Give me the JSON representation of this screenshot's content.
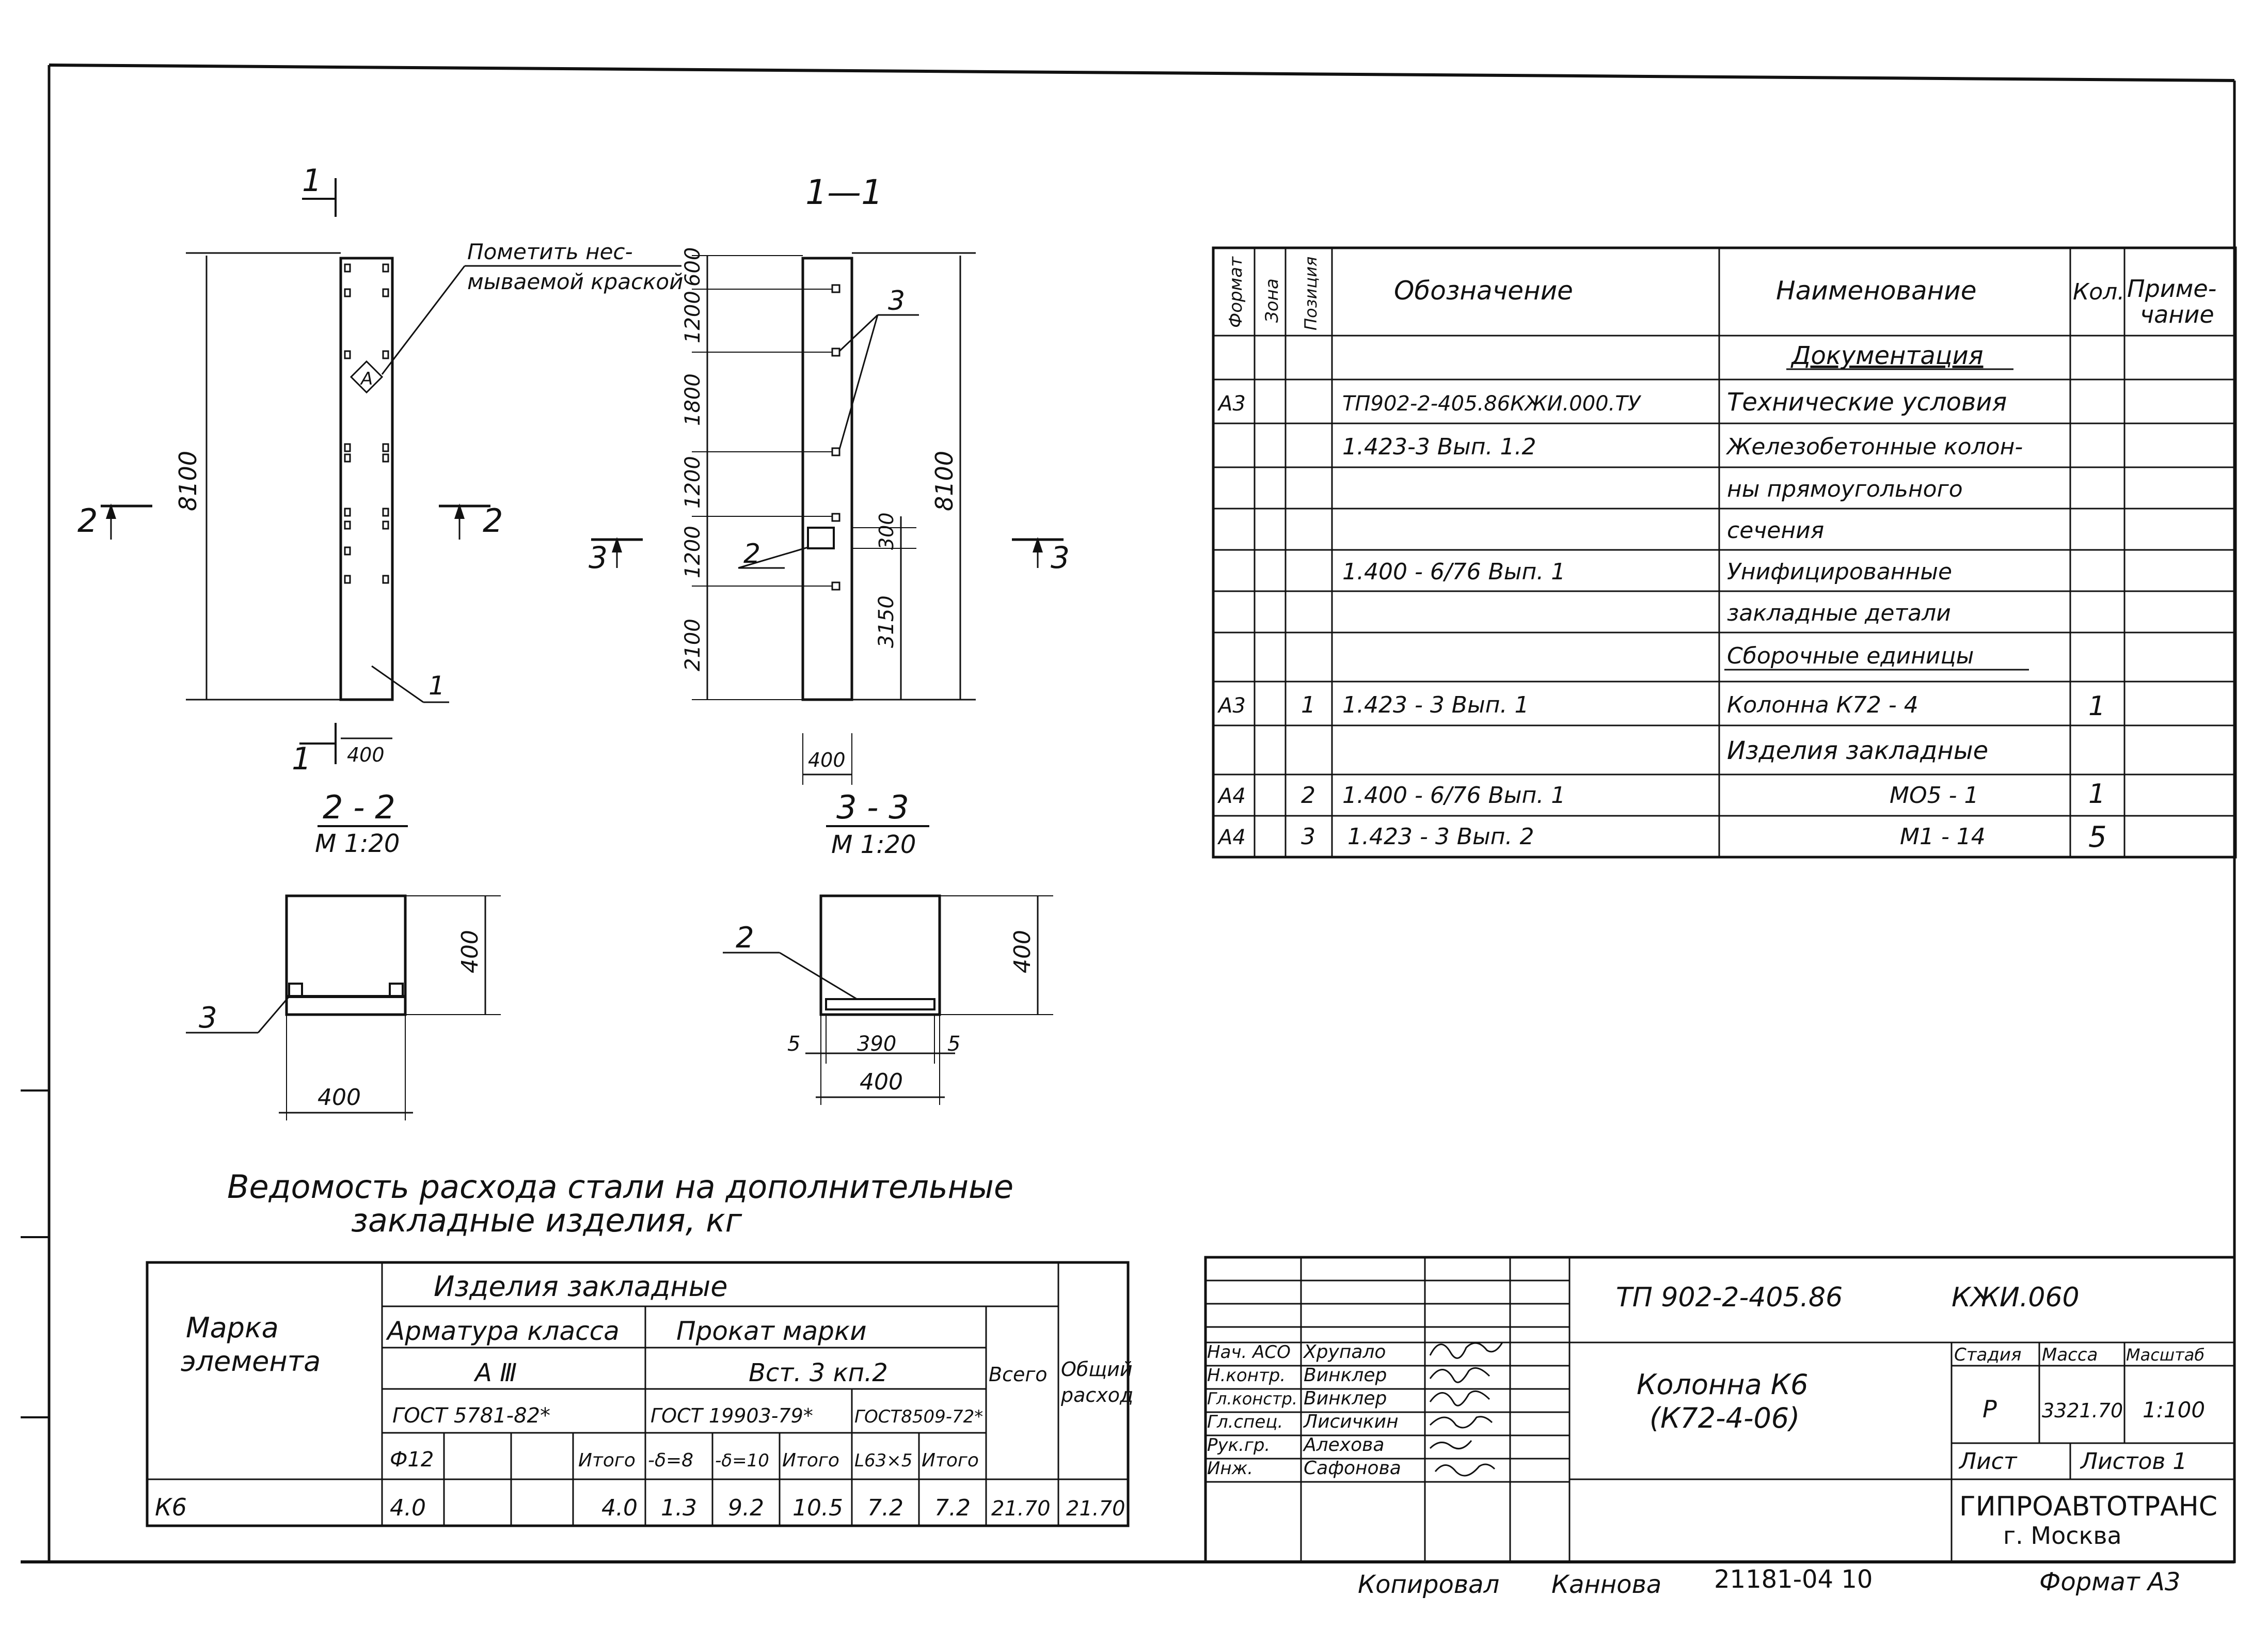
{
  "drawing": {
    "callout_note_line1": "Пометить нес-",
    "callout_note_line2": "мываемой краской",
    "callout_mark": "А",
    "section_1_1_title": "1—1",
    "cut_1": "1",
    "cut_2": "2",
    "cut_3": "3",
    "height_8100": "8100",
    "width_400": "400",
    "pos_1": "1",
    "pos_2": "2",
    "pos_3": "3",
    "dims_left": [
      "600",
      "1200",
      "1800",
      "1200",
      "1200",
      "2100"
    ],
    "dim_300": "300",
    "dim_3150": "3150",
    "dim_390": "390",
    "dim_5": "5",
    "section_2_2_title": "2 - 2",
    "section_3_3_title": "3 - 3",
    "scale_m120": "M 1:20"
  },
  "spec_table": {
    "headers": {
      "format": "Формат",
      "zone": "Зона",
      "position": "Позиция",
      "designation": "Обозначение",
      "name": "Наименование",
      "qty": "Кол.",
      "note_line1": "Приме-",
      "note_line2": "чание"
    },
    "rows": [
      {
        "format": "",
        "pos": "",
        "designation": "",
        "name": "Документация",
        "qty": "",
        "section": true
      },
      {
        "format": "А3",
        "pos": "",
        "designation": "ТП902-2-405.86КЖИ.000.ТУ",
        "name": "Технические условия",
        "qty": ""
      },
      {
        "format": "",
        "pos": "",
        "designation": "1.423-3  Вып. 1.2",
        "name": "Железобетонные колон-",
        "qty": ""
      },
      {
        "format": "",
        "pos": "",
        "designation": "",
        "name": "ны  прямоугольного",
        "qty": ""
      },
      {
        "format": "",
        "pos": "",
        "designation": "",
        "name": "сечения",
        "qty": ""
      },
      {
        "format": "",
        "pos": "",
        "designation": "1.400 - 6/76  Вып. 1",
        "name": "Унифицированные",
        "qty": ""
      },
      {
        "format": "",
        "pos": "",
        "designation": "",
        "name": "закладные  детали",
        "qty": ""
      },
      {
        "format": "",
        "pos": "",
        "designation": "",
        "name": "Сборочные  единицы",
        "qty": "",
        "section": true
      },
      {
        "format": "А3",
        "pos": "1",
        "designation": "1.423 - 3  Вып. 1",
        "name": "Колонна  К72 - 4",
        "qty": "1"
      },
      {
        "format": "",
        "pos": "",
        "designation": "",
        "name": "Изделия  закладные",
        "qty": ""
      },
      {
        "format": "А4",
        "pos": "2",
        "designation": "1.400 - 6/76  Вып. 1",
        "name": "МО5 - 1",
        "qty": "1",
        "center": true
      },
      {
        "format": "А4",
        "pos": "3",
        "designation": "1.423 - 3  Вып. 2",
        "name": "М1 - 14",
        "qty": "5",
        "center": true
      }
    ]
  },
  "steel_table": {
    "title_line1": "Ведомость  расхода  стали  на  дополнительные",
    "title_line2": "закладные  изделия,  кг",
    "h_element_line1": "Марка",
    "h_element_line2": "элемента",
    "h_embedded": "Изделия  закладные",
    "h_rebar_class": "Арматура класса",
    "h_rolled_grade": "Прокат  марки",
    "h_rebar_grade": "А Ⅲ",
    "h_steel_grade": "Вст. 3 кп.2",
    "h_total": "Всего",
    "h_overall_line1": "Общий",
    "h_overall_line2": "расход",
    "h_gost_rebar": "ГОСТ 5781-82*",
    "h_gost_sheet": "ГОСТ 19903-79*",
    "h_gost_angle": "ГОСТ8509-72*",
    "h_phi12": "Ф12",
    "h_subtotal": "Итого",
    "h_d8": "-δ=8",
    "h_d10": "-δ=10",
    "h_l63": "L63×5",
    "row": {
      "mark": "К6",
      "phi12": "4.0",
      "rebar_total": "4.0",
      "d8": "1.3",
      "d10": "9.2",
      "sheet_total": "10.5",
      "l63": "7.2",
      "angle_total": "7.2",
      "total": "21.70",
      "overall": "21.70"
    }
  },
  "title_block": {
    "code": "ТП 902-2-405.86",
    "code_suffix": "КЖИ.060",
    "name_line1": "Колонна  К6",
    "name_line2": "(К72-4-06)",
    "h_stage": "Стадия",
    "h_mass": "Масса",
    "h_scale": "Масштаб",
    "stage": "Р",
    "mass": "3321.70",
    "scale": "1:100",
    "h_sheet": "Лист",
    "h_sheets": "Листов 1",
    "org_line1": "ГИПРОАВТОТРАНС",
    "org_line2": "г. Москва",
    "people": [
      {
        "role": "Нач. АСО",
        "name": "Хрупало"
      },
      {
        "role": "Н.контр.",
        "name": "Винклер"
      },
      {
        "role": "Гл.констр.",
        "name": "Винклер"
      },
      {
        "role": "Гл.спец.",
        "name": "Лисичкин"
      },
      {
        "role": "Рук.гр.",
        "name": "Алехова"
      },
      {
        "role": "Инж.",
        "name": "Сафонова"
      }
    ]
  },
  "footer": {
    "copied_label": "Копировал",
    "copied_by": "Каннова",
    "doc_number": "21181-04  10",
    "format": "Формат  А3"
  }
}
